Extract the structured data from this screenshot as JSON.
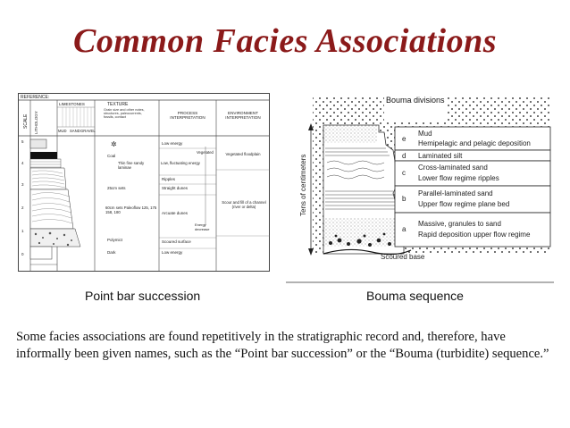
{
  "slide": {
    "title": "Common Facies Associations",
    "body": "Some facies associations are found repetitively in the stratigraphic record and, therefore, have informally been given names, such as the “Point bar succession” or the “Bouma (turbidite) sequence.”"
  },
  "left_figure": {
    "caption": "Point bar succession",
    "reference": "REFERENCE:",
    "col_scale": "SCALE",
    "col_lithology": "LITHOLOGY",
    "col_limestones": "LIMESTONES",
    "col_texture": "TEXTURE",
    "texture_sub": "Grain size and other notes, structures, paleocurrents, fossils, contact",
    "col_process": "PROCESS INTERPRETATION",
    "col_environment": "ENVIRONMENT INTERPRETATION",
    "grain_labels": [
      "MUD",
      "SAND",
      "GRAVEL"
    ],
    "scale_ticks": [
      "5",
      "4",
      "3",
      "2",
      "1",
      "0"
    ],
    "texture_notes": [
      "Coal",
      "Thin fine sandy laminae",
      "25cm sets",
      "60cm sets Paleoflow 125, 175 158, 180",
      "Polymict",
      "Dark"
    ],
    "process_notes": [
      "Low energy",
      "Vegetated",
      "Low, fluctuating energy",
      "Ripples",
      "Straight dunes",
      "Arcuate dunes",
      "Energy decrease",
      "Scoured surface",
      "Low energy"
    ],
    "environment_notes": [
      "Vegetated floodplain",
      "Scour and fill of a channel (river or delta)"
    ]
  },
  "right_figure": {
    "caption": "Bouma sequence",
    "header": "Bouma divisions",
    "axis_label": "Tens of centimeters",
    "divisions": [
      {
        "letter": "e",
        "line1": "Mud",
        "line2": "Hemipelagic and pelagic deposition"
      },
      {
        "letter": "d",
        "line1": "Laminated silt",
        "line2": ""
      },
      {
        "letter": "c",
        "line1": "Cross-laminated sand",
        "line2": "Lower flow regime ripples"
      },
      {
        "letter": "b",
        "line1": "Parallel-laminated sand",
        "line2": "Upper flow regime plane bed"
      },
      {
        "letter": "a",
        "line1": "Massive, granules to sand",
        "line2": "Rapid deposition upper flow regime"
      }
    ],
    "base_label": "Scoured base"
  }
}
